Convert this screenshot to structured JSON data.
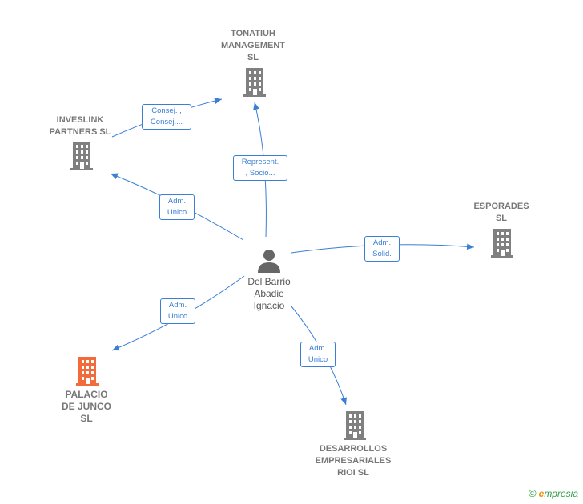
{
  "colors": {
    "edge": "#3a7fd5",
    "company_icon": "#808080",
    "highlight_icon": "#f26b3a",
    "person_icon": "#666666"
  },
  "center": {
    "name": "Del Barrio\nAbadie\nIgnacio",
    "icon": "person-icon"
  },
  "companies": [
    {
      "id": "tonatiuh",
      "name": "TONATIUH\nMANAGEMENT\nSL",
      "icon": "building-icon",
      "highlight": false
    },
    {
      "id": "inveslink",
      "name": "INVESLINK\nPARTNERS SL",
      "icon": "building-icon",
      "highlight": false
    },
    {
      "id": "esporades",
      "name": "ESPORADES\nSL",
      "icon": "building-icon",
      "highlight": false
    },
    {
      "id": "palacio",
      "name": "PALACIO\nDE JUNCO\nSL",
      "icon": "building-icon",
      "highlight": true
    },
    {
      "id": "desarrollos",
      "name": "DESARROLLOS\nEMPRESARIALES\nRIOI SL",
      "icon": "building-icon",
      "highlight": false
    }
  ],
  "relations": [
    {
      "id": "r1",
      "label": "Consej. ,\nConsej...."
    },
    {
      "id": "r2",
      "label": "Represent.\n, Socio..."
    },
    {
      "id": "r3",
      "label": "Adm.\nUnico"
    },
    {
      "id": "r4",
      "label": "Adm.\nSolid."
    },
    {
      "id": "r5",
      "label": "Adm.\nUnico"
    },
    {
      "id": "r6",
      "label": "Adm.\nUnico"
    }
  ],
  "footer": {
    "copyright": "©",
    "brand_first": "e",
    "brand_rest": "mpresia"
  }
}
